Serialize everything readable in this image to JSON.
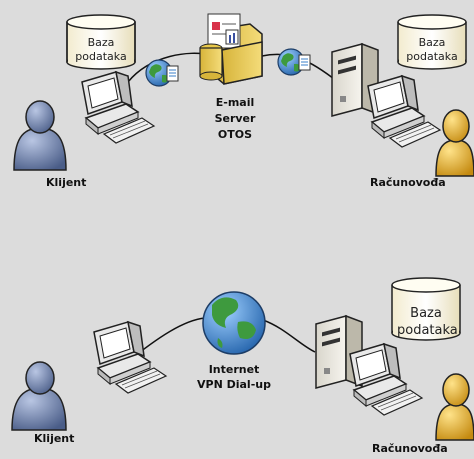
{
  "top": {
    "client_label": "Klijent",
    "accountant_label": "Računovođa",
    "left_db": {
      "line1": "Baza",
      "line2": "podataka"
    },
    "right_db": {
      "line1": "Baza",
      "line2": "podataka"
    },
    "server_label": {
      "line1": "E-mail",
      "line2": "Server",
      "line3": "OTOS"
    }
  },
  "bottom": {
    "client_label": "Klijent",
    "accountant_label": "Računovođa",
    "db": {
      "line1": "Baza",
      "line2": "podataka"
    },
    "network_label": {
      "line1": "Internet",
      "line2": "VPN Dial-up"
    }
  },
  "colors": {
    "background": "#dcdcdc",
    "person_blue": "#5b6f9a",
    "person_gold": "#d9a520",
    "db_fill": "#fbf7e6",
    "globe_blue": "#3a7fc8",
    "globe_green": "#3e9a3e",
    "folder_yellow": "#e8c84a"
  },
  "icons": [
    "person-icon",
    "computer-icon",
    "database-icon",
    "globe-icon",
    "document-icon",
    "folder-icon",
    "server-tower-icon"
  ]
}
